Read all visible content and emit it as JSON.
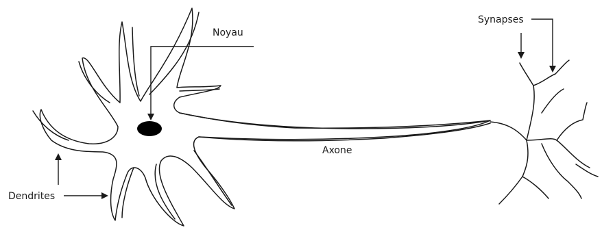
{
  "labels": {
    "nucleus": "Noyau",
    "synapses": "Synapses",
    "axon": "Axone",
    "dendrites": "Dendrites"
  },
  "colors": {
    "ink": "#1a1a1a",
    "nucleus_fill": "#000000",
    "background": "#ffffff"
  }
}
